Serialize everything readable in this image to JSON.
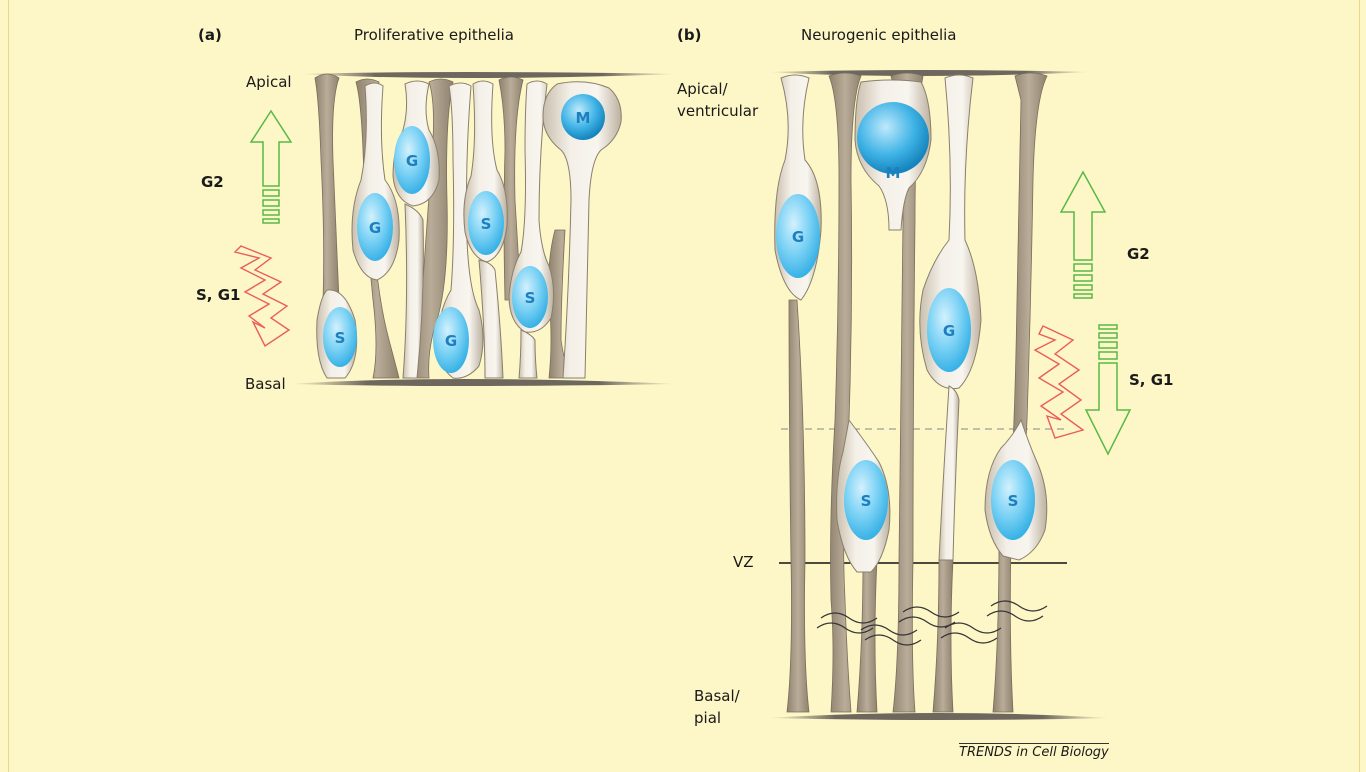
{
  "panels": {
    "a": {
      "letter": "(a)",
      "title": "Proliferative epithelia",
      "top_label": "Apical",
      "bottom_label": "Basal",
      "g2_label": "G2",
      "sg1_label": "S, G1",
      "nuclei": [
        "M",
        "G",
        "G",
        "S",
        "S",
        "S",
        "G"
      ]
    },
    "b": {
      "letter": "(b)",
      "title": "Neurogenic epithelia",
      "top_label_line1": "Apical/",
      "top_label_line2": "ventricular",
      "vz_label": "VZ",
      "bottom_label_line1": "Basal/",
      "bottom_label_line2": "pial",
      "g2_label": "G2",
      "sg1_label": "S, G1",
      "nuclei": [
        "M",
        "G",
        "G",
        "S",
        "S"
      ]
    }
  },
  "credit": "TRENDS in Cell Biology",
  "colors": {
    "background": "#fdf6c6",
    "cell_fill": "#efe9dc",
    "process_fill": "#a99a84",
    "nucleus_fill": "#56c3f0",
    "nucleus_text": "#1b7fc0",
    "g2_arrow": "#58b947",
    "sg1_arrow": "#ea5d5d"
  }
}
